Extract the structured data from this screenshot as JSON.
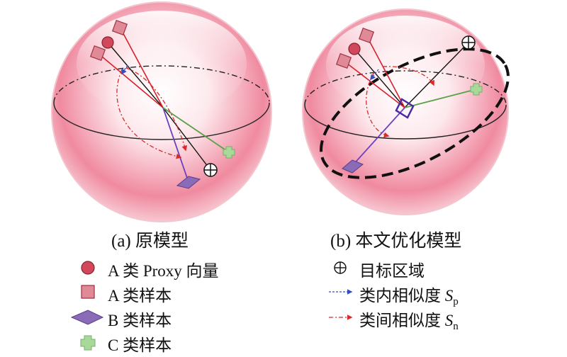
{
  "captions": {
    "a": "(a)  原模型",
    "b": "(b)  本文优化模型"
  },
  "legend": {
    "proxy": "A 类 Proxy 向量",
    "a_sample": "A 类样本",
    "b_sample": "B 类样本",
    "c_sample": "C 类样本",
    "target": "目标区域",
    "sp_prefix": "类内相似度",
    "sp_symbol": "S",
    "sp_sub": "p",
    "sn_prefix": "类间相似度",
    "sn_symbol": "S",
    "sn_sub": "n"
  },
  "colors": {
    "proxy_fill": "#d0485a",
    "a_sample_fill": "#e08a98",
    "b_sample_fill": "#8a6bb8",
    "c_sample_fill": "#a8d89a",
    "red_line": "#d8202a",
    "blue_line": "#6b40c0",
    "green_line": "#5aa048",
    "sp_arrow": "#3050c0",
    "sn_arrow": "#d82a2a",
    "sphere_edge": "#f4d0d6",
    "sphere_mid": "#f08aa0"
  }
}
